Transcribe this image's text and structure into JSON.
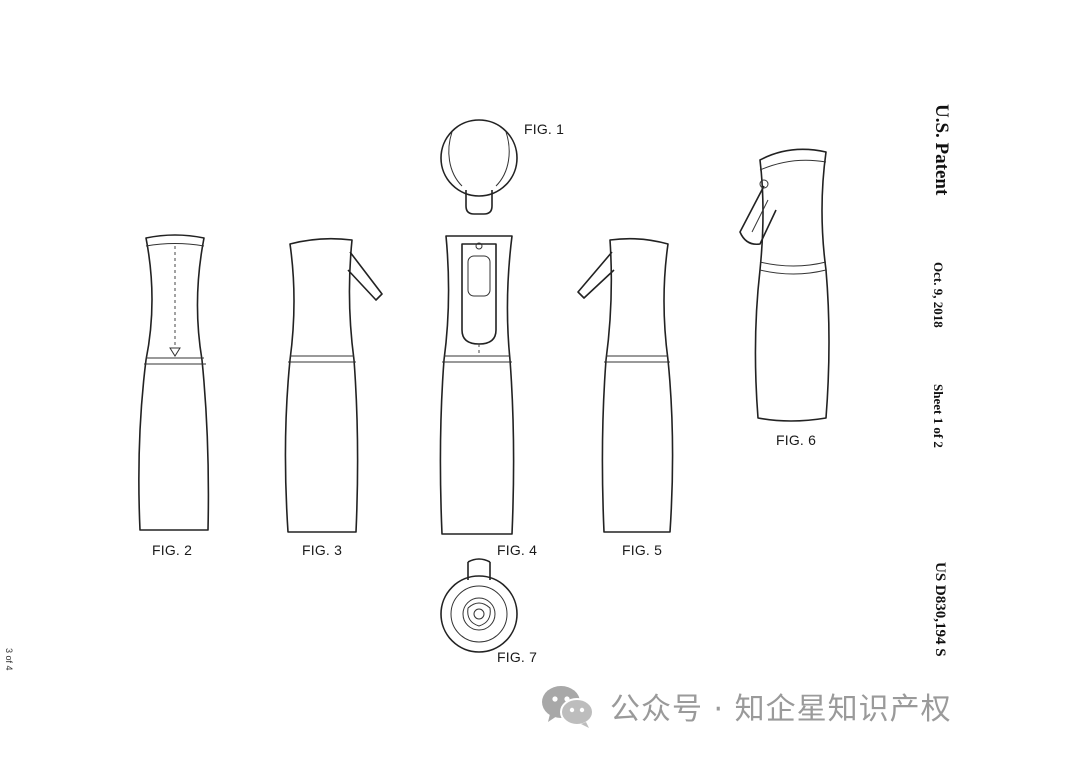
{
  "header": {
    "patent_label": "U.S. Patent",
    "date": "Oct. 9, 2018",
    "sheet": "Sheet 1 of 2",
    "patent_number": "US D830,194 S"
  },
  "page_counter": "3 of 4",
  "figures": {
    "fig1": "FIG. 1",
    "fig2": "FIG. 2",
    "fig3": "FIG. 3",
    "fig4": "FIG. 4",
    "fig5": "FIG. 5",
    "fig6": "FIG. 6",
    "fig7": "FIG. 7"
  },
  "watermark": {
    "icon": "wechat-icon",
    "text": "公众号 · 知企星知识产权"
  }
}
